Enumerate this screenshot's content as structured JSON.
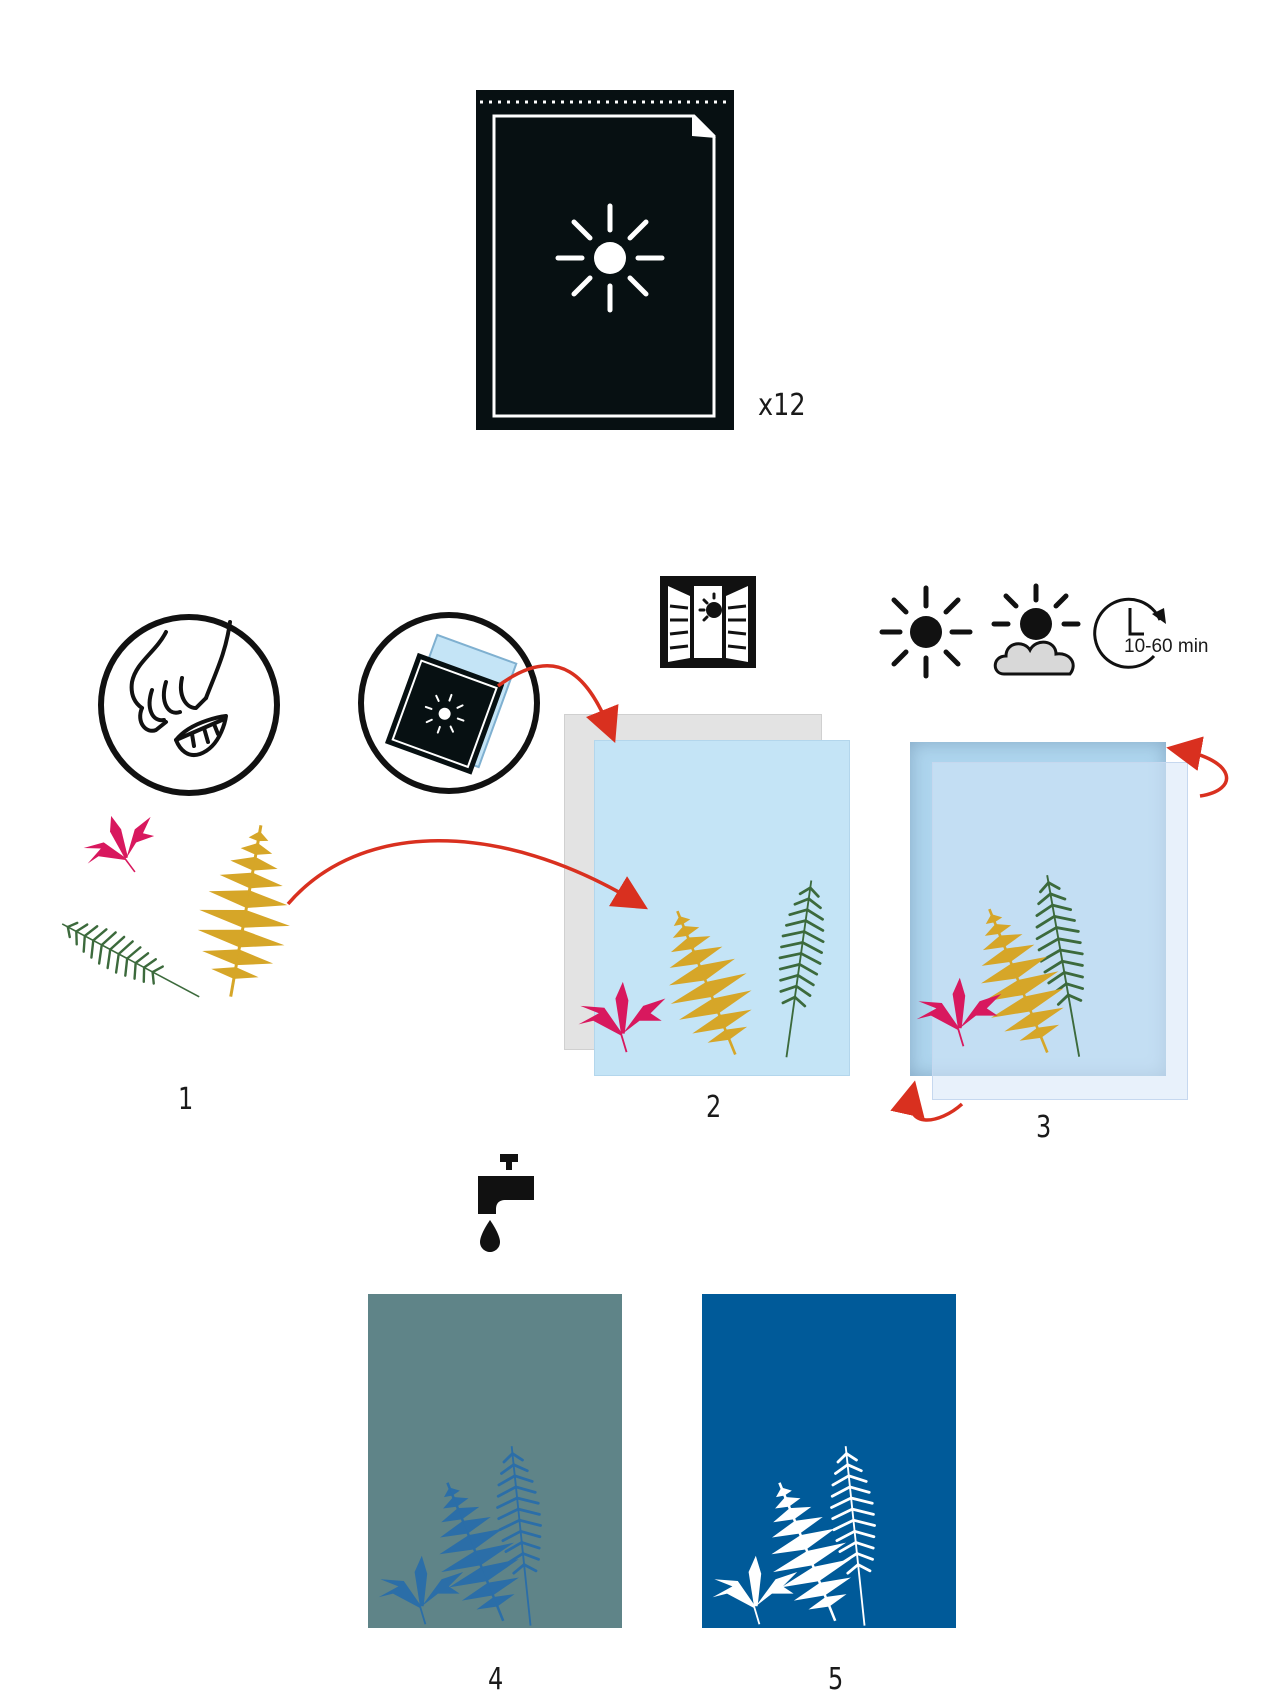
{
  "pack": {
    "quantity": "x12"
  },
  "icons": {
    "pack": "sun-print-paper-pack-icon",
    "pick_leaf": "hand-picking-leaf-icon",
    "take_paper": "paper-sheet-out-of-pack-icon",
    "window": "sunny-window-icon",
    "sun": "sun-icon",
    "sun_cloud": "sun-behind-cloud-icon",
    "timer": "clock-timer-icon",
    "tap": "water-tap-icon"
  },
  "exposure": {
    "duration": "10-60 min"
  },
  "steps": [
    {
      "number": "1"
    },
    {
      "number": "2"
    },
    {
      "number": "3"
    },
    {
      "number": "4"
    },
    {
      "number": "5"
    }
  ],
  "colors": {
    "pack": "#071012",
    "arrow": "#d9301f",
    "paper_blue": "#c4e4f6",
    "paper_exposed": "#aed5ee",
    "rinsed": "#5f8488",
    "final": "#005a99",
    "fern": "#d6a628",
    "leaf": "#d8185e",
    "yew": "#3c6a3c"
  }
}
